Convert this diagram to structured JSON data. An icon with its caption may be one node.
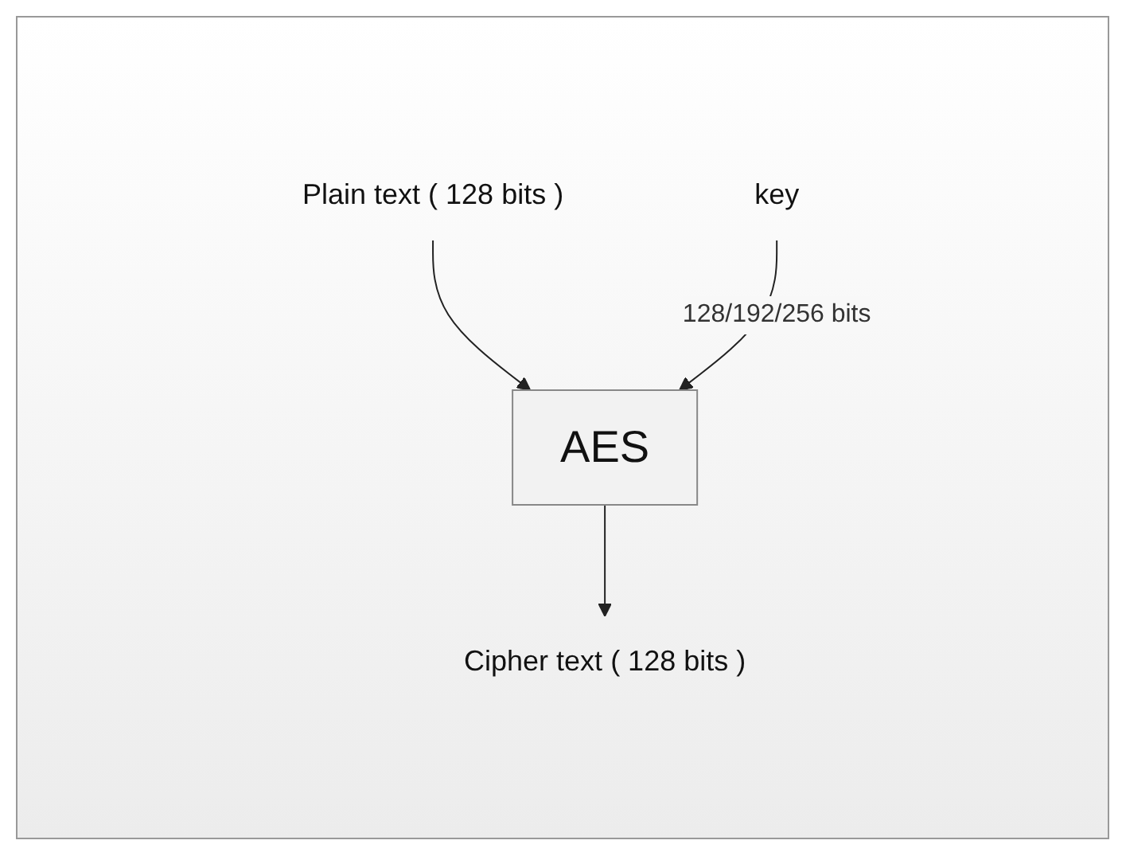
{
  "diagram": {
    "nodes": [
      {
        "text": [
          "Plain text ( 128 bits )"
        ]
      },
      {
        "text": [
          "AES"
        ]
      },
      {
        "text": [
          "key"
        ]
      },
      {
        "text": [
          "Cipher text ( 128 bits )"
        ]
      }
    ],
    "edges": [
      {
        "from": 0,
        "to": 1,
        "arrow": "to"
      },
      {
        "from": 2,
        "to": 1,
        "arrow": "to",
        "label": "128/192/256 bits"
      },
      {
        "from": 1,
        "to": 3,
        "arrow": "to"
      }
    ]
  }
}
